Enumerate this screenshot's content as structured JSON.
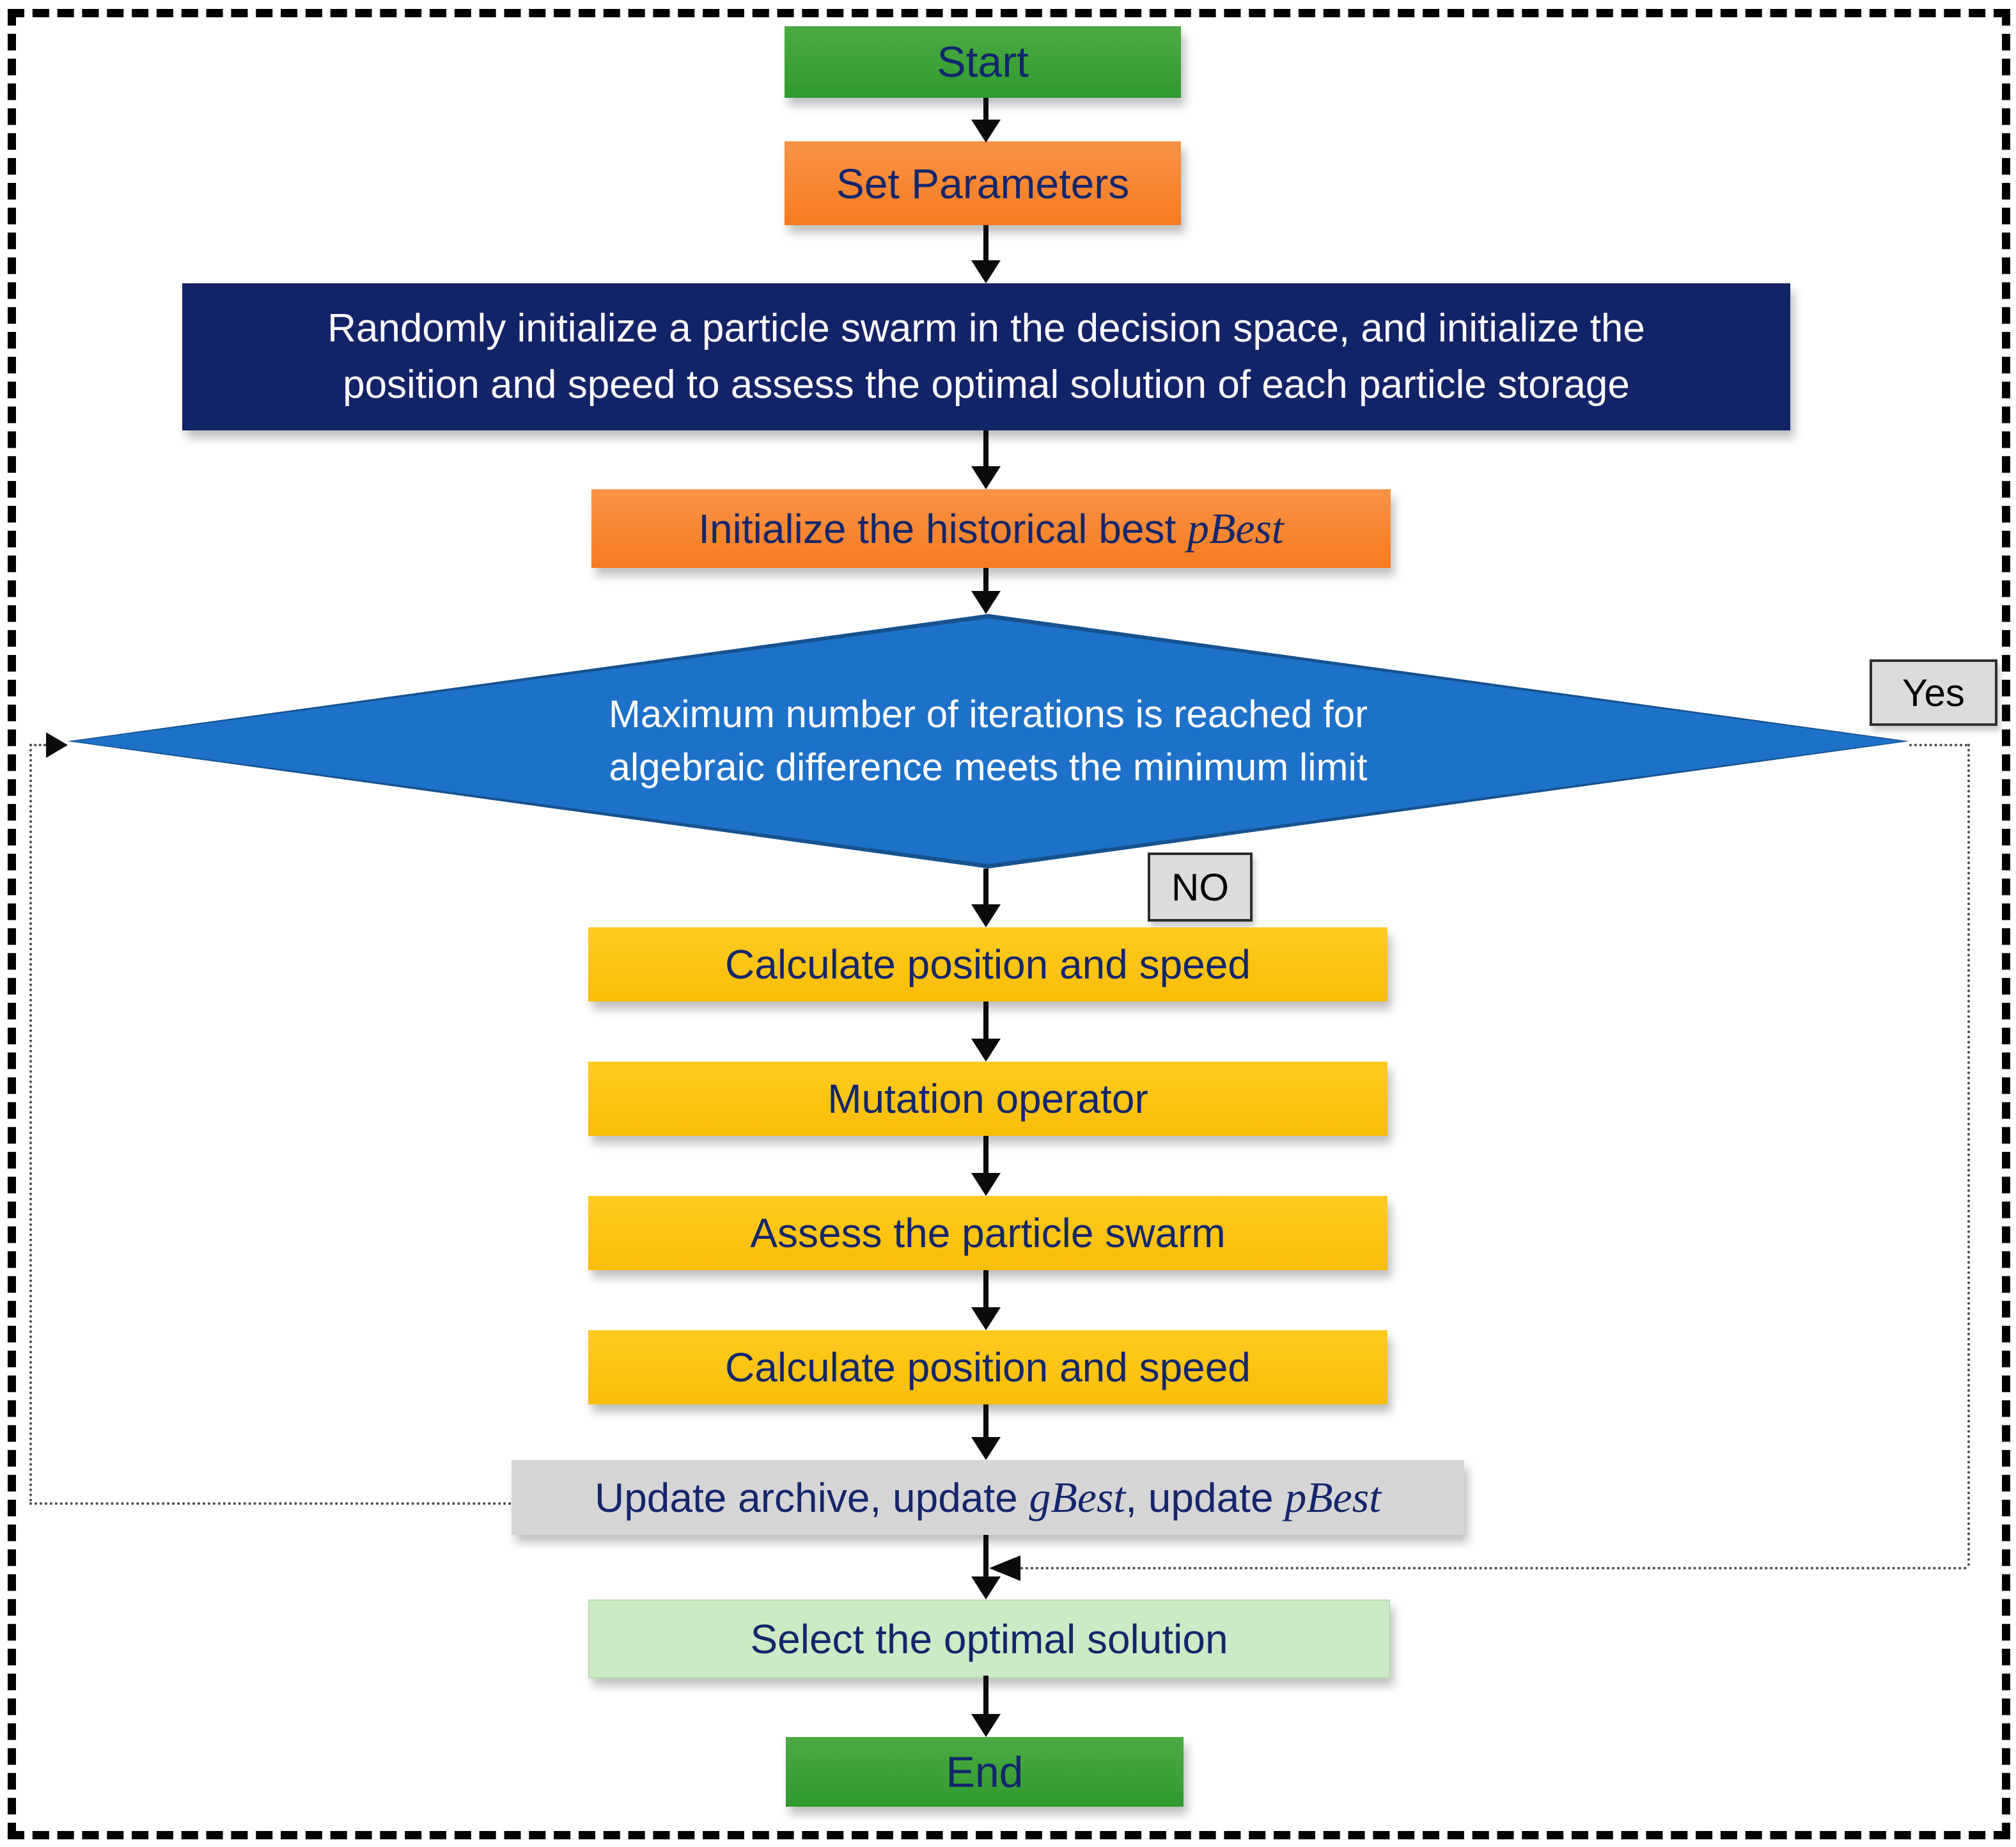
{
  "diagram": {
    "type": "flowchart",
    "description": "Particle swarm optimization algorithm flowchart",
    "nodes": {
      "start": {
        "label": "Start"
      },
      "set_parameters": {
        "label": "Set Parameters"
      },
      "initialize_swarm": {
        "lines": [
          "Randomly initialize a particle swarm in the decision space, and initialize the",
          "position and speed to assess the optimal solution of each particle storage"
        ]
      },
      "initialize_pbest": {
        "prefix": "Initialize the historical best ",
        "math": "pBest"
      },
      "decision": {
        "lines": [
          "Maximum number of iterations is reached for",
          "algebraic difference meets the minimum limit"
        ]
      },
      "calculate_position_speed_1": {
        "label": "Calculate position and speed"
      },
      "mutation_operator": {
        "label": "Mutation operator"
      },
      "assess_swarm": {
        "label": "Assess the particle swarm"
      },
      "calculate_position_speed_2": {
        "label": "Calculate position and speed"
      },
      "update_archive": {
        "part1": "Update archive, update ",
        "math1": "gBest",
        "part2": ", update ",
        "math2": "pBest"
      },
      "select_optimal": {
        "label": "Select the optimal solution"
      },
      "end": {
        "label": "End"
      }
    },
    "edge_labels": {
      "yes": "Yes",
      "no": "NO"
    },
    "colors": {
      "start_end_green": "#3aa338",
      "orange": "#f88732",
      "navy": "#132368",
      "decision_blue": "#1e71c8",
      "decision_border": "#17528f",
      "yellow": "#fcc411",
      "update_gray": "#d5d5d5",
      "select_light_green": "#cde9c5",
      "edge_label_gray": "#dcdcdc",
      "text_navy": "#14266b",
      "arrow_black": "#0b0b0b"
    }
  }
}
